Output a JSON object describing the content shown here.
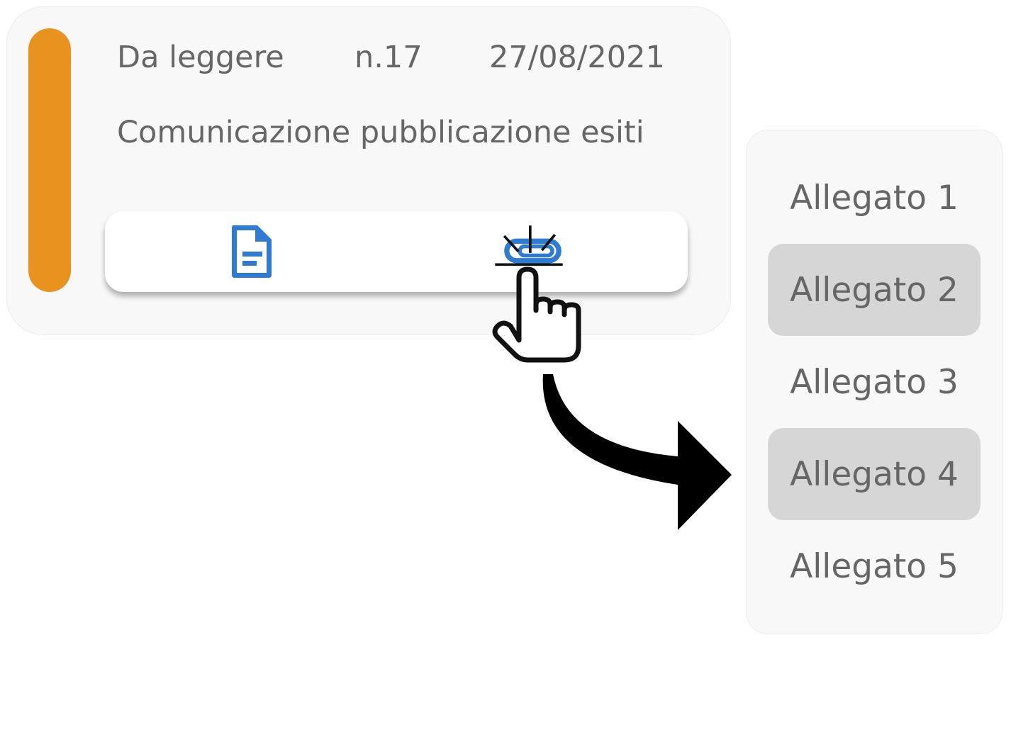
{
  "card": {
    "status": "Da leggere",
    "number": "n.17",
    "date": "27/08/2021",
    "subject": "Comunicazione pubblicazione esiti",
    "status_color": "#e8931f"
  },
  "actions": {
    "document_icon": "document-icon",
    "attachment_icon": "paperclip-icon",
    "icon_color": "#2f7bd2"
  },
  "attachments": {
    "items": [
      {
        "label": "Allegato 1",
        "highlighted": false
      },
      {
        "label": "Allegato 2",
        "highlighted": true
      },
      {
        "label": "Allegato 3",
        "highlighted": false
      },
      {
        "label": "Allegato 4",
        "highlighted": true
      },
      {
        "label": "Allegato 5",
        "highlighted": false
      }
    ],
    "highlight_color": "#d6d6d6"
  }
}
